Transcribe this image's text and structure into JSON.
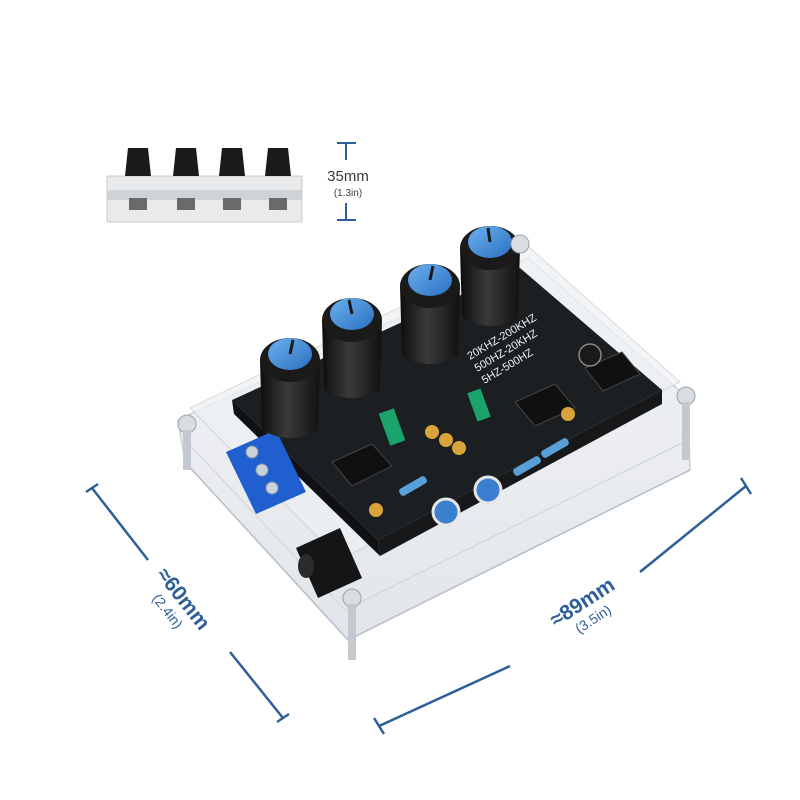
{
  "dimensions": {
    "height": {
      "value": "35mm",
      "imperial": "(1.3in)"
    },
    "width": {
      "value": "≈60mm",
      "imperial": "(2.4in)"
    },
    "length": {
      "value": "≈89mm",
      "imperial": "(3.5in)"
    }
  },
  "silkscreen": {
    "freq_line_1": "20KHZ-200KHZ",
    "freq_line_2": "500HZ-20KHZ",
    "freq_line_3": "5HZ-500HZ"
  },
  "colors": {
    "dimension_line": "#2e5f98",
    "knob_cap": "#3d88d6",
    "knob_body": "#1b1b1b",
    "pcb": "#1c1f22",
    "terminal_block": "#1f5fd0",
    "jumper": "#1aa36a"
  },
  "knob_count": 4
}
